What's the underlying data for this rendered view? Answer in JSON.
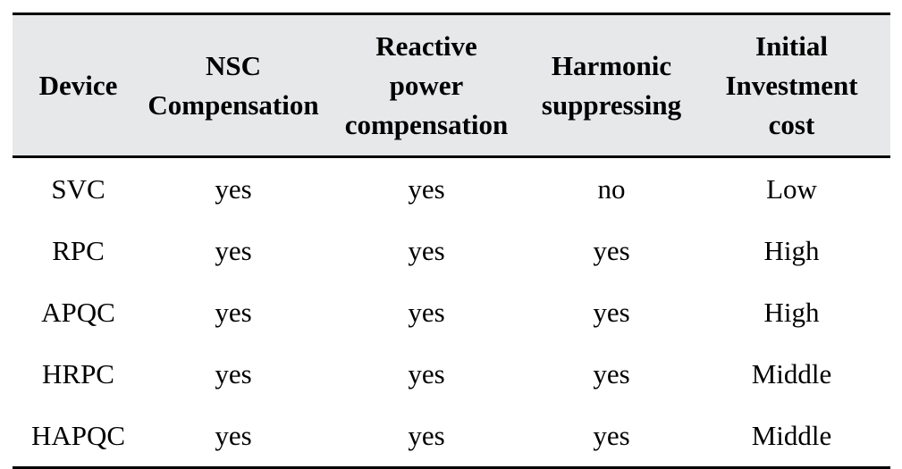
{
  "table": {
    "headers": [
      [
        "Device"
      ],
      [
        "NSC",
        "Compensation"
      ],
      [
        "Reactive",
        "power",
        "compensation"
      ],
      [
        "Harmonic",
        "suppressing"
      ],
      [
        "Initial",
        "Investment",
        "cost"
      ]
    ],
    "rows": [
      [
        "SVC",
        "yes",
        "yes",
        "no",
        "Low"
      ],
      [
        "RPC",
        "yes",
        "yes",
        "yes",
        "High"
      ],
      [
        "APQC",
        "yes",
        "yes",
        "yes",
        "High"
      ],
      [
        "HRPC",
        "yes",
        "yes",
        "yes",
        "Middle"
      ],
      [
        "HAPQC",
        "yes",
        "yes",
        "yes",
        "Middle"
      ]
    ]
  }
}
